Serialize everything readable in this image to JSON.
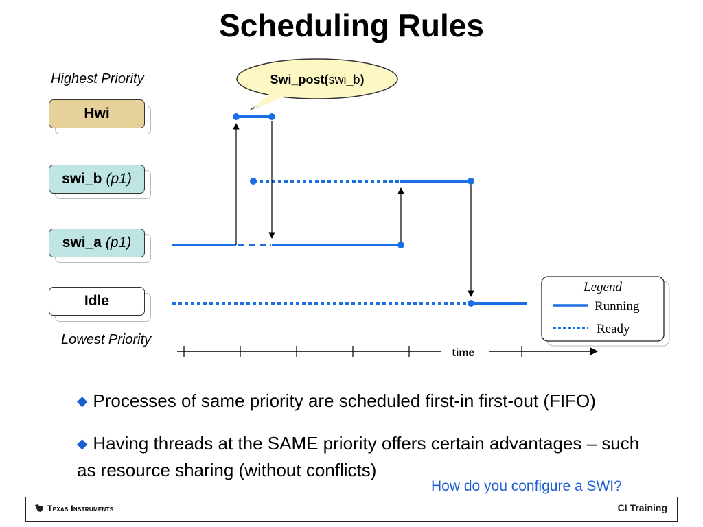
{
  "title": "Scheduling Rules",
  "priority": {
    "highest": "Highest  Priority",
    "lowest": "Lowest  Priority"
  },
  "threads": [
    {
      "name": "Hwi",
      "param": ""
    },
    {
      "name": "swi_b",
      "param": "(p1)"
    },
    {
      "name": "swi_a",
      "param": "(p1)"
    },
    {
      "name": "Idle",
      "param": ""
    }
  ],
  "colors": {
    "hwi_fill": "#e7d19a",
    "swi_fill": "#bfe4e4",
    "idle_fill": "#ffffff",
    "line_blue": "#1a6fe6",
    "callout_fill": "#fdf7c4"
  },
  "callout": {
    "func": "Swi_post(",
    "arg": "swi_b",
    "close": ")"
  },
  "timeline": {
    "label": "time"
  },
  "legend": {
    "title": "Legend",
    "running": "Running",
    "ready": "Ready"
  },
  "bullets": [
    "Processes of same priority are scheduled first-in first-out (FIFO)",
    "Having threads at the SAME priority offers certain advantages – such as resource sharing (without conflicts)"
  ],
  "link": "How do you configure a SWI?",
  "footer": {
    "company": "Texas Instruments",
    "course": "CI Training"
  }
}
